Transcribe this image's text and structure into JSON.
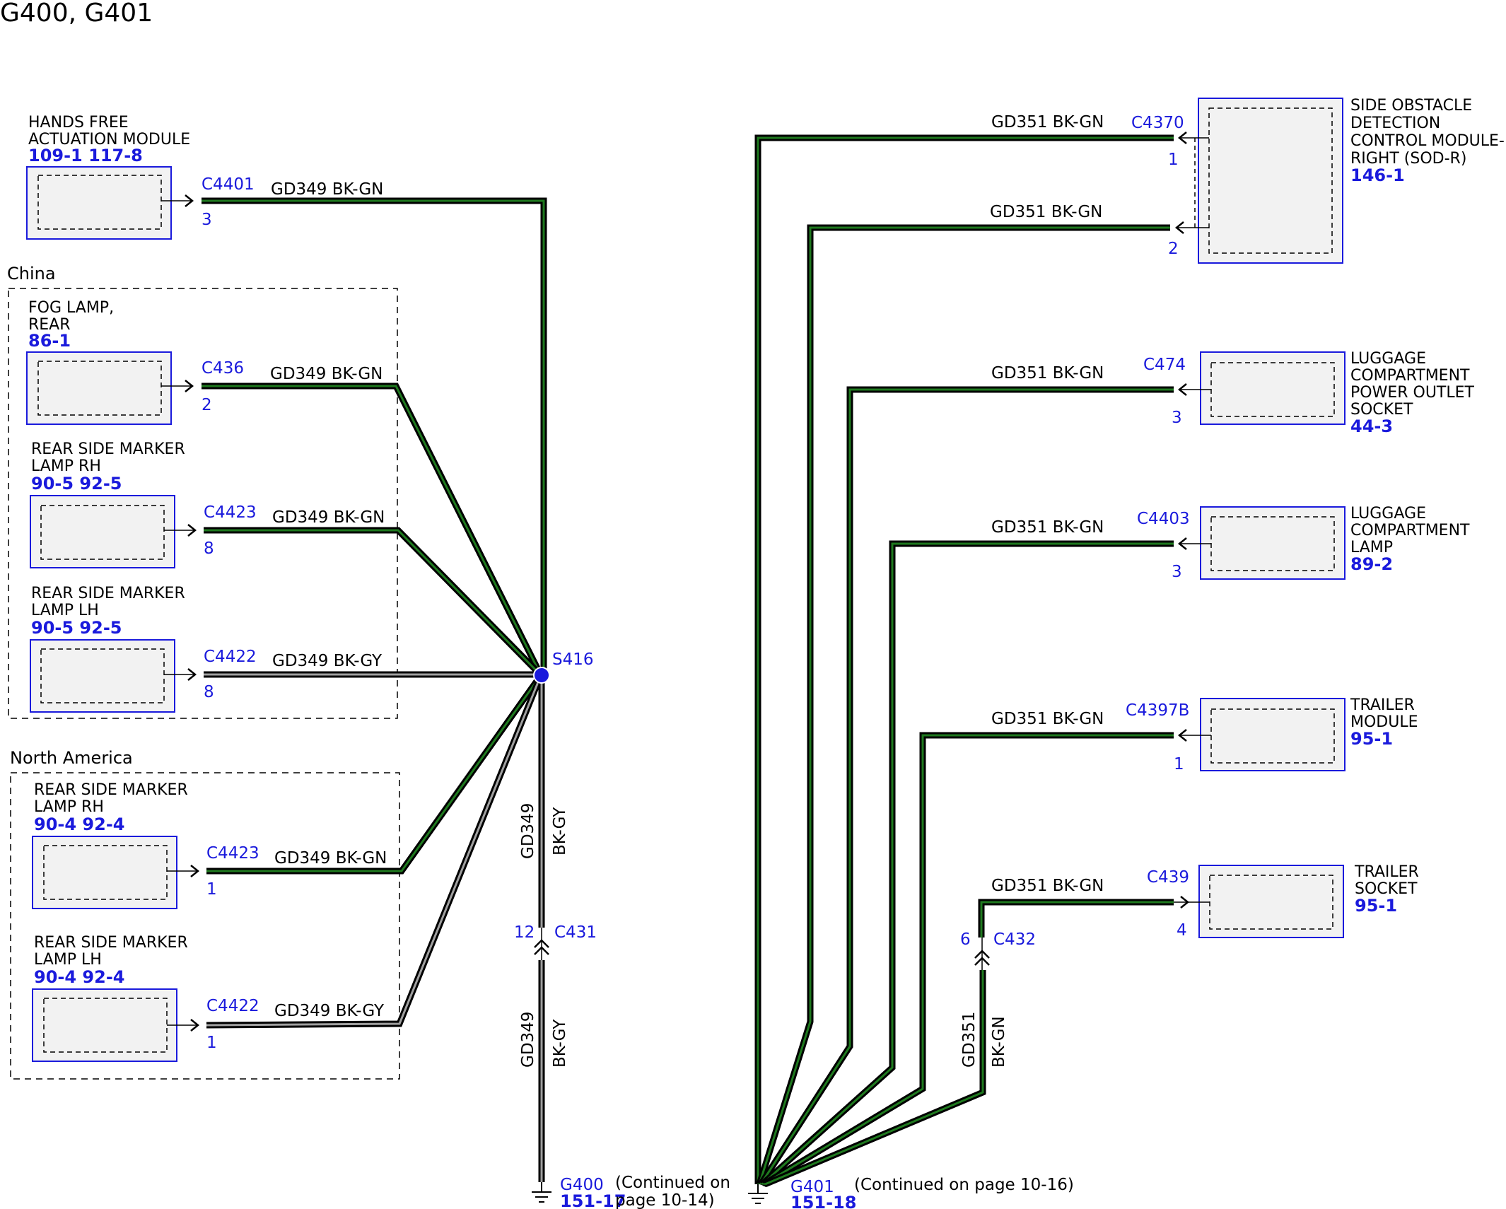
{
  "title": "G400, G401",
  "regions": {
    "china": "China",
    "north_america": "North America"
  },
  "components": {
    "hands_free": {
      "name1": "HANDS FREE",
      "name2": "ACTUATION MODULE",
      "refs": "109-1 117-8",
      "conn": "C4401",
      "pin": "3",
      "wire": "GD349  BK-GN"
    },
    "fog_lamp": {
      "name1": "FOG LAMP,",
      "name2": "REAR",
      "refs": "86-1",
      "conn": "C436",
      "pin": "2",
      "wire": "GD349 BK-GN"
    },
    "cn_rsm_rh": {
      "name1": "REAR SIDE MARKER",
      "name2": "LAMP RH",
      "refs": "90-5  92-5",
      "conn": "C4423",
      "pin": "8",
      "wire": "GD349 BK-GN"
    },
    "cn_rsm_lh": {
      "name1": "REAR SIDE MARKER",
      "name2": "LAMP LH",
      "refs": "90-5  92-5",
      "conn": "C4422",
      "pin": "8",
      "wire": "GD349 BK-GY"
    },
    "na_rsm_rh": {
      "name1": "REAR SIDE MARKER",
      "name2": "LAMP RH",
      "refs": "90-4  92-4",
      "conn": "C4423",
      "pin": "1",
      "wire": "GD349 BK-GN"
    },
    "na_rsm_lh": {
      "name1": "REAR SIDE MARKER",
      "name2": "LAMP LH",
      "refs": "90-4  92-4",
      "conn": "C4422",
      "pin": "1",
      "wire": "GD349 BK-GY"
    },
    "sod_r": {
      "name1": "SIDE OBSTACLE",
      "name2": "DETECTION",
      "name3": "CONTROL MODULE-",
      "name4": "RIGHT (SOD-R)",
      "refs": "146-1",
      "conn": "C4370",
      "pin1": "1",
      "pin2": "2",
      "wire1": "GD351  BK-GN",
      "wire2": "GD351  BK-GN"
    },
    "power_outlet": {
      "name1": "LUGGAGE",
      "name2": "COMPARTMENT",
      "name3": "POWER OUTLET",
      "name4": "SOCKET",
      "refs": "44-3",
      "conn": "C474",
      "pin": "3",
      "wire": "GD351  BK-GN"
    },
    "luggage_lamp": {
      "name1": "LUGGAGE",
      "name2": "COMPARTMENT",
      "name3": "LAMP",
      "refs": "89-2",
      "conn": "C4403",
      "pin": "3",
      "wire": "GD351  BK-GN"
    },
    "trailer_module": {
      "name1": "TRAILER",
      "name2": "MODULE",
      "refs": "95-1",
      "conn": "C4397B",
      "pin": "1",
      "wire": "GD351  BK-GN"
    },
    "trailer_socket": {
      "name1": "TRAILER",
      "name2": "SOCKET",
      "refs": "95-1",
      "conn": "C439",
      "pin": "4",
      "wire": "GD351  BK-GN"
    }
  },
  "splice": {
    "label": "S416"
  },
  "inline_c431": {
    "label": "C431",
    "pin": "12",
    "wire_code": "GD349",
    "wire_color": "BK-GY"
  },
  "inline_c432": {
    "label": "C432",
    "pin": "6",
    "wire_code": "GD351",
    "wire_color": "BK-GN"
  },
  "ground_g400": {
    "label": "G400",
    "ref": "151-17",
    "note1": "(Continued on",
    "note2": "page 10-14)"
  },
  "ground_g401": {
    "label": "G401",
    "ref": "151-18",
    "note": "(Continued on page 10-16)"
  },
  "colors": {
    "wire_green": "#1f7a1f",
    "wire_gray": "#a0a0a0",
    "wire_black": "#000000",
    "connector_blue": "#1a1adc",
    "box_fill": "#f2f2f2"
  }
}
